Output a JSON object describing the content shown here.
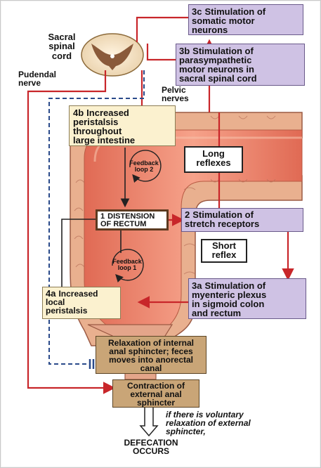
{
  "labels": {
    "sacral_spinal_cord": "Sacral\nspinal\ncord",
    "pudendal_nerve": "Pudendal\nnerve",
    "pelvic_nerves": "Pelvic\nnerves",
    "long_reflexes": "Long\nreflexes",
    "short_reflex": "Short\nreflex",
    "voluntary_relaxation": "if there is voluntary\nrelaxation of external\nsphincter,",
    "defecation_occurs": "DEFECATION\nOCCURS"
  },
  "boxes": {
    "b3c": {
      "num": "3c",
      "text": "Stimulation of\nsomatic motor\nneurons"
    },
    "b3b": {
      "num": "3b",
      "text": "Stimulation of\nparasympathetic\nmotor neurons in\nsacral spinal cord"
    },
    "b4b": {
      "num": "4b",
      "text": "Increased\nperistalsis\nthroughout\nlarge intestine"
    },
    "b1": {
      "num": "1",
      "text": "DISTENSION\nOF RECTUM"
    },
    "b2": {
      "num": "2",
      "text": "Stimulation of\nstretch receptors"
    },
    "b3a": {
      "num": "3a",
      "text": "Stimulation of\nmyenteric plexus\nin sigmoid colon\nand rectum"
    },
    "b4a": {
      "num": "4a",
      "text": "Increased\nlocal\nperistalsis"
    },
    "relax": {
      "text": "Relaxation of internal\nanal sphincter; feces\nmoves into anorectal\ncanal"
    },
    "contract": {
      "text": "Contraction of\nexternal anal\nsphincter"
    }
  },
  "feedback": {
    "loop1": "Feedback\nloop 1",
    "loop2": "Feedback\nloop 2"
  },
  "colors": {
    "nerve_red": "#c8262a",
    "nerve_blue": "#2a4a8a",
    "purple_box": "#cfc2e4",
    "cream_box": "#fbf1cf",
    "tan_box": "#c9a577",
    "colon_wall": "#e9b08f",
    "colon_lumen": "#f08a6e"
  }
}
